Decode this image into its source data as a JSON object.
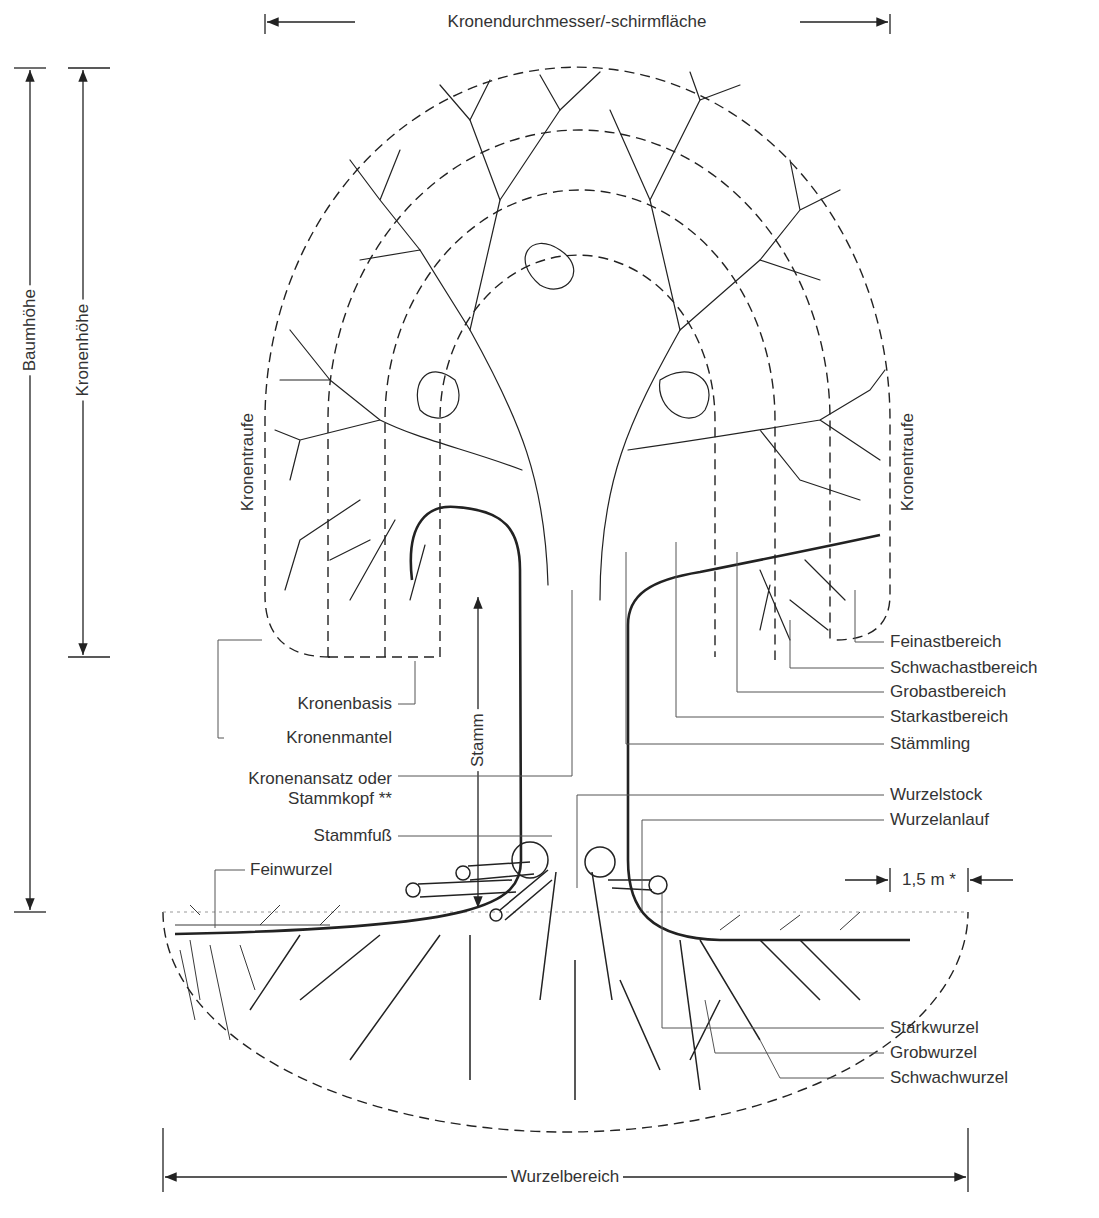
{
  "diagram": {
    "labels": [
      "Kronendurchmesser/-schirmfläche",
      "Baumhöhe",
      "Kronenhöhe",
      "Kronentraufe",
      "Kronentraufe",
      "Feinastbereich",
      "Schwachastbereich",
      "Grobastbereich",
      "Starkastbereich",
      "Stämmling",
      "Kronenbasis",
      "Kronenmantel",
      "Kronenansatz oder Stammkopf **",
      "Stamm",
      "Stammfuß",
      "Feinwurzel",
      "Wurzelstock",
      "Wurzelanlauf",
      "1,5 m *",
      "Starkwurzel",
      "Grobwurzel",
      "Schwachwurzel",
      "Wurzelbereich"
    ]
  }
}
